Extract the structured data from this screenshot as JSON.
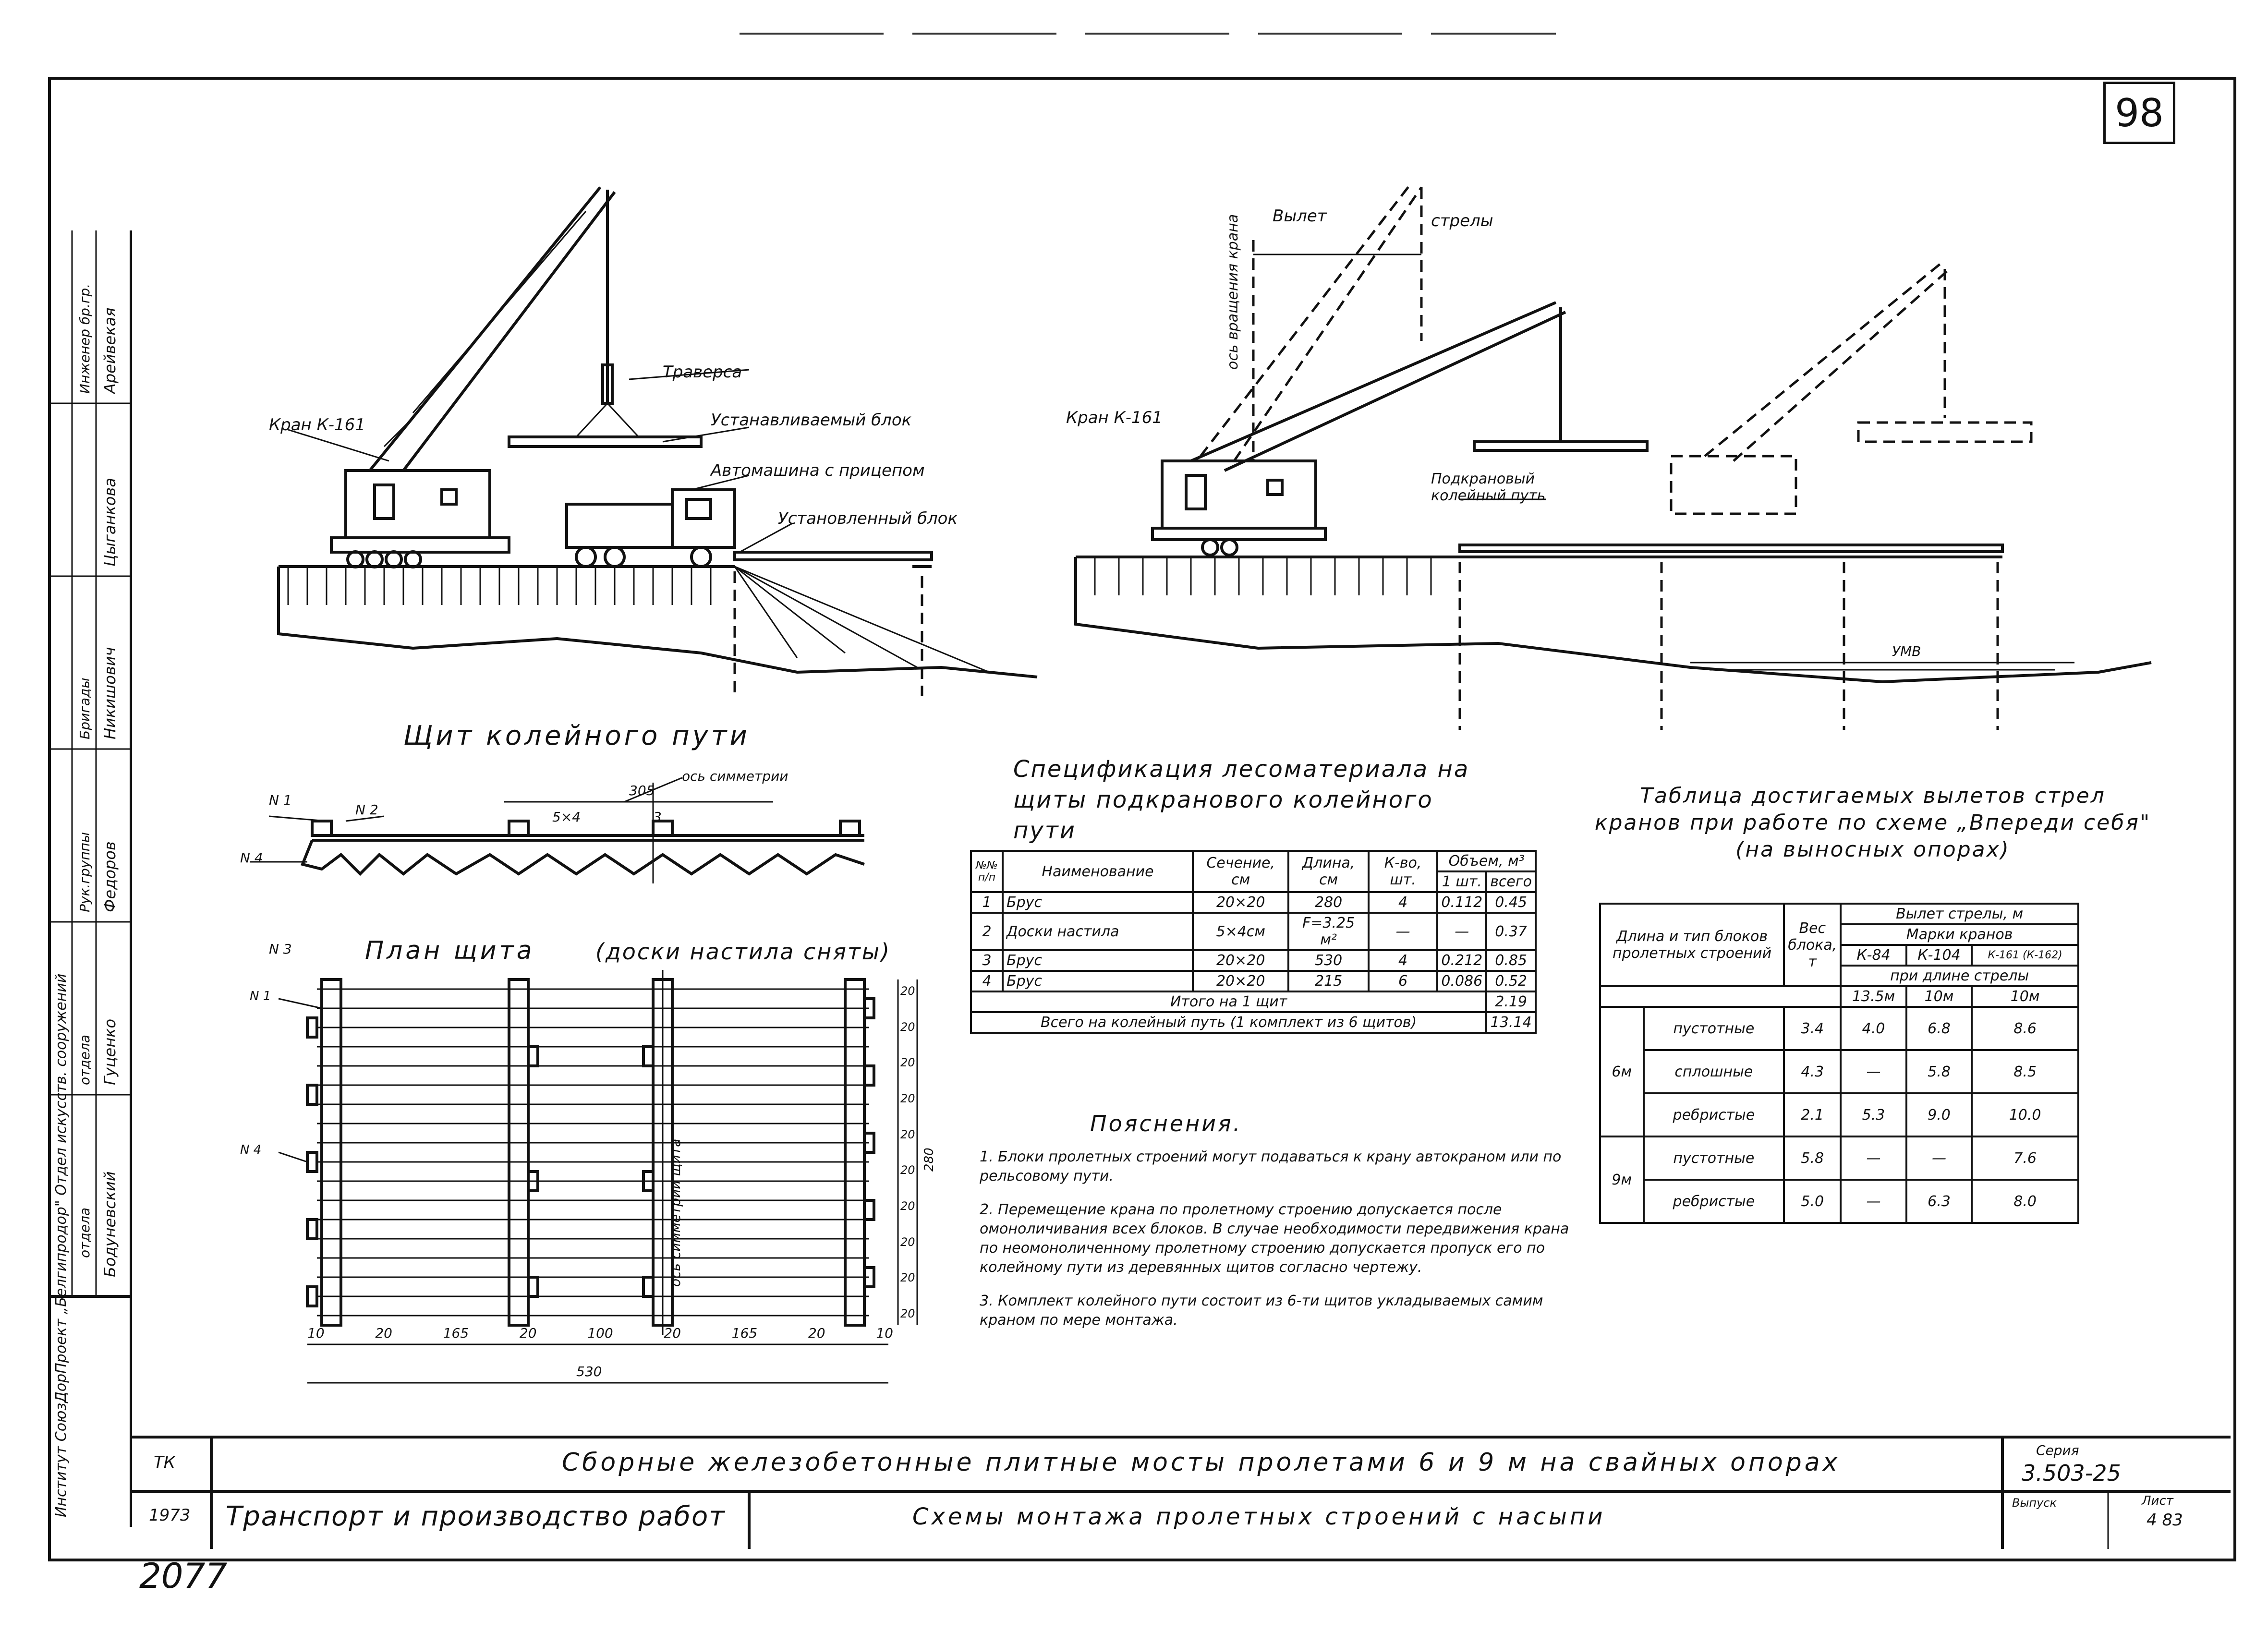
{
  "sheet_number": "98",
  "bottom_number": "2077",
  "left_stamp": {
    "columns": [
      {
        "role": "Инженер бр.гр.",
        "name": "Арейвекая"
      },
      {
        "role": "",
        "name": "Цыганкова"
      },
      {
        "role": "Бригады",
        "name": "Никишович"
      },
      {
        "role": "Рук.группы",
        "name": "Федоров"
      },
      {
        "role": "отдела",
        "name": "Гуценко"
      },
      {
        "role": "отдела",
        "name": "Бодуневский"
      }
    ],
    "org": "Институт СоюзДорПроект „Белгипродор\" Отдел искусств. сооружений"
  },
  "drawing_left": {
    "labels": {
      "crane": "Кран К-161",
      "traverse": "Траверса",
      "block_install": "Устанавливаемый блок",
      "truck": "Автомашина с прицепом",
      "installed_block": "Установленный блок"
    }
  },
  "drawing_right": {
    "labels": {
      "boom_reach": "Вылет",
      "boom": "стрелы",
      "axis": "ось вращения крана",
      "crane": "Кран К-161",
      "track": "Подкрановый колейный путь",
      "water": "УМВ"
    }
  },
  "shield": {
    "title": "Щит колейного пути",
    "plan_title": "План щита",
    "plan_note": "(доски настила сняты)",
    "labels": {
      "n1": "N 1",
      "n2": "N 2",
      "n3": "N 3",
      "n4": "N 4",
      "axis_sym": "ось симметрии",
      "d305": "305",
      "d5x4": "5×4",
      "d3": "3",
      "axis_v": "ось симметрии щита",
      "dim_bottom": [
        "10",
        "20",
        "165",
        "20",
        "100",
        "20",
        "165",
        "20",
        "10"
      ],
      "dim_total": "530",
      "dim_right": [
        "20",
        "20",
        "20",
        "20",
        "20",
        "20",
        "20",
        "20",
        "20",
        "20"
      ],
      "d280": "280"
    }
  },
  "spec": {
    "title": "Спецификация лесоматериала на щиты подкранового колейного пути",
    "headers": [
      "№№ п/п",
      "Наименование",
      "Сечение, см",
      "Длина, см",
      "К-во, шт.",
      "Объем, м³"
    ],
    "sub_headers": [
      "1 шт.",
      "всего"
    ],
    "rows": [
      [
        "1",
        "Брус",
        "20×20",
        "280",
        "4",
        "0.112",
        "0.45"
      ],
      [
        "2",
        "Доски настила",
        "5×4см",
        "F=3.25 м²",
        "—",
        "—",
        "0.37"
      ],
      [
        "3",
        "Брус",
        "20×20",
        "530",
        "4",
        "0.212",
        "0.85"
      ],
      [
        "4",
        "Брус",
        "20×20",
        "215",
        "6",
        "0.086",
        "0.52"
      ]
    ],
    "total_shield_label": "Итого на 1 щит",
    "total_shield": "2.19",
    "total_track_label": "Всего на колейный путь (1 комплект из 6 щитов)",
    "total_track": "13.14"
  },
  "notes": {
    "title": "Пояснения.",
    "items": [
      "1. Блоки пролетных строений могут подаваться к крану автокраном или по рельсовому пути.",
      "2. Перемещение крана по пролетному строению допускается после омоноличивания всех блоков. В случае необходимости передвижения крана по неомоноличенному пролетному строению допускается пропуск его по колейному пути из деревянных щитов согласно чертежу.",
      "3. Комплект колейного пути состоит из 6-ти щитов укладываемых самим краном по мере монтажа."
    ]
  },
  "reach_table": {
    "title_1": "Таблица достигаемых вылетов стрел",
    "title_2": "кранов при работе по схеме „Впереди себя\"",
    "title_3": "(на выносных опорах)",
    "h_block": "Длина и тип блоков пролетных строений",
    "h_weight": "Вес блока, т",
    "h_reach": "Вылет стрелы, м",
    "h_marks": "Марки кранов",
    "cranes": [
      "К-84",
      "К-104",
      "К-161 (К-162)"
    ],
    "h_boom": "при длине стрелы",
    "booms": [
      "13.5м",
      "10м",
      "10м"
    ],
    "groups": [
      {
        "span": "6м",
        "rows": [
          [
            "пустотные",
            "3.4",
            "4.0",
            "6.8",
            "8.6"
          ],
          [
            "сплошные",
            "4.3",
            "—",
            "5.8",
            "8.5"
          ],
          [
            "ребристые",
            "2.1",
            "5.3",
            "9.0",
            "10.0"
          ]
        ]
      },
      {
        "span": "9м",
        "rows": [
          [
            "пустотные",
            "5.8",
            "—",
            "—",
            "7.6"
          ],
          [
            "ребристые",
            "5.0",
            "—",
            "6.3",
            "8.0"
          ]
        ]
      }
    ]
  },
  "title_block": {
    "tk": "ТК",
    "year": "1973",
    "main": "Сборные железобетонные плитные мосты пролетами 6 и 9 м на свайных опорах",
    "section": "Транспорт и производство работ",
    "sheet_title": "Схемы монтажа пролетных строений с насыпи",
    "series_label": "Серия",
    "series": "3.503-25",
    "issue_label": "Выпуск",
    "sheet_label": "Лист",
    "sheet": "4 83"
  }
}
